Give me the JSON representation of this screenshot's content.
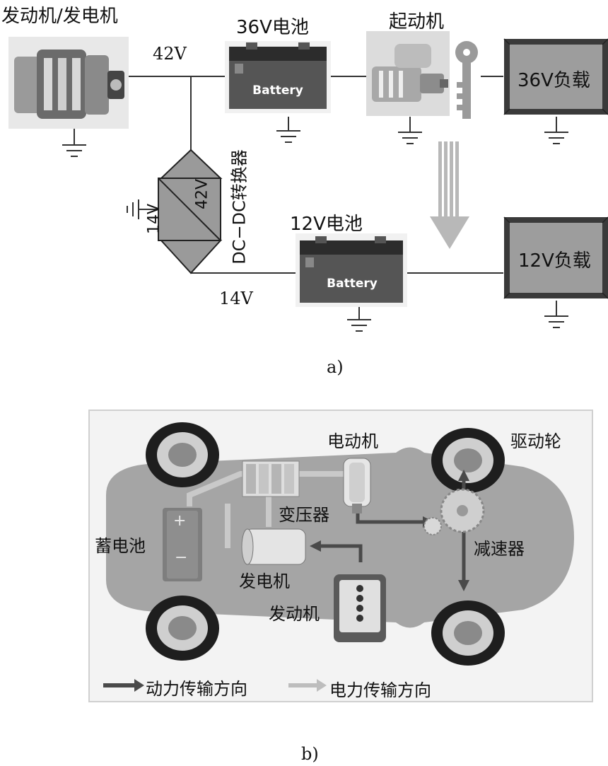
{
  "diagram_a": {
    "alternator_label": "发动机/发电机",
    "battery36_label": "36V电池",
    "starter_label": "起动机",
    "load36_label": "36V负载",
    "v42_label": "42V",
    "converter_label": "DC−DC转换器",
    "conv_14v": "14V",
    "conv_42v": "42V",
    "battery12_label": "12V电池",
    "load12_label": "12V负载",
    "v14_label": "14V",
    "battery_word": "Battery",
    "caption": "a)"
  },
  "diagram_b": {
    "motor_label": "电动机",
    "drive_wheel_label": "驱动轮",
    "transformer_label": "变压器",
    "battery_label": "蓄电池",
    "reducer_label": "减速器",
    "generator_label": "发电机",
    "engine_label": "发动机",
    "battery_plus": "+",
    "battery_minus": "−",
    "legend_power": "动力传输方向",
    "legend_electric": "电力传输方向",
    "caption": "b)"
  }
}
